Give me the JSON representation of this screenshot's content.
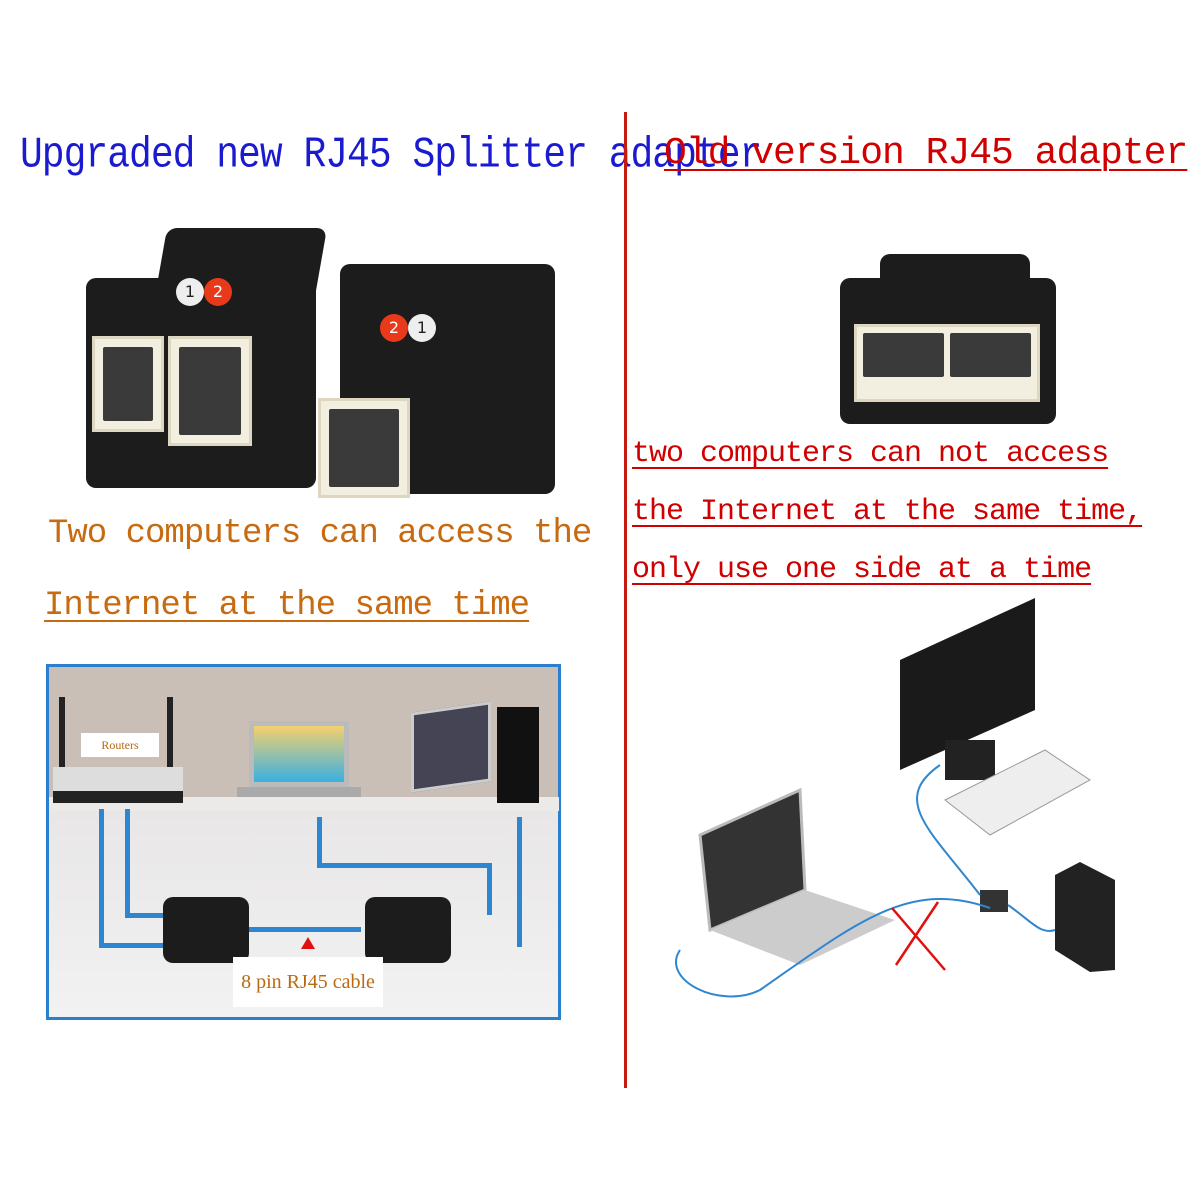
{
  "left": {
    "title": "Upgraded new RJ45 Splitter adapter",
    "badges": [
      "1",
      "2"
    ],
    "caption_line1": "Two computers can access the",
    "caption_line2": "Internet at the same time",
    "diagram": {
      "routers_label": "Routers",
      "cable_label": "8 pin RJ45 cable"
    }
  },
  "right": {
    "title": "Old version RJ45 adapter",
    "caption_lines": [
      "two computers can not access ",
      "the Internet at the same time,",
      "only use one side at a time"
    ],
    "cross_mark_icon": "red-x-icon"
  },
  "colors": {
    "title_blue": "#1a1ad0",
    "warning_red": "#d00000",
    "caption_orange": "#c86a10",
    "divider": "#c41a10",
    "cable_blue": "#2f86d0"
  }
}
